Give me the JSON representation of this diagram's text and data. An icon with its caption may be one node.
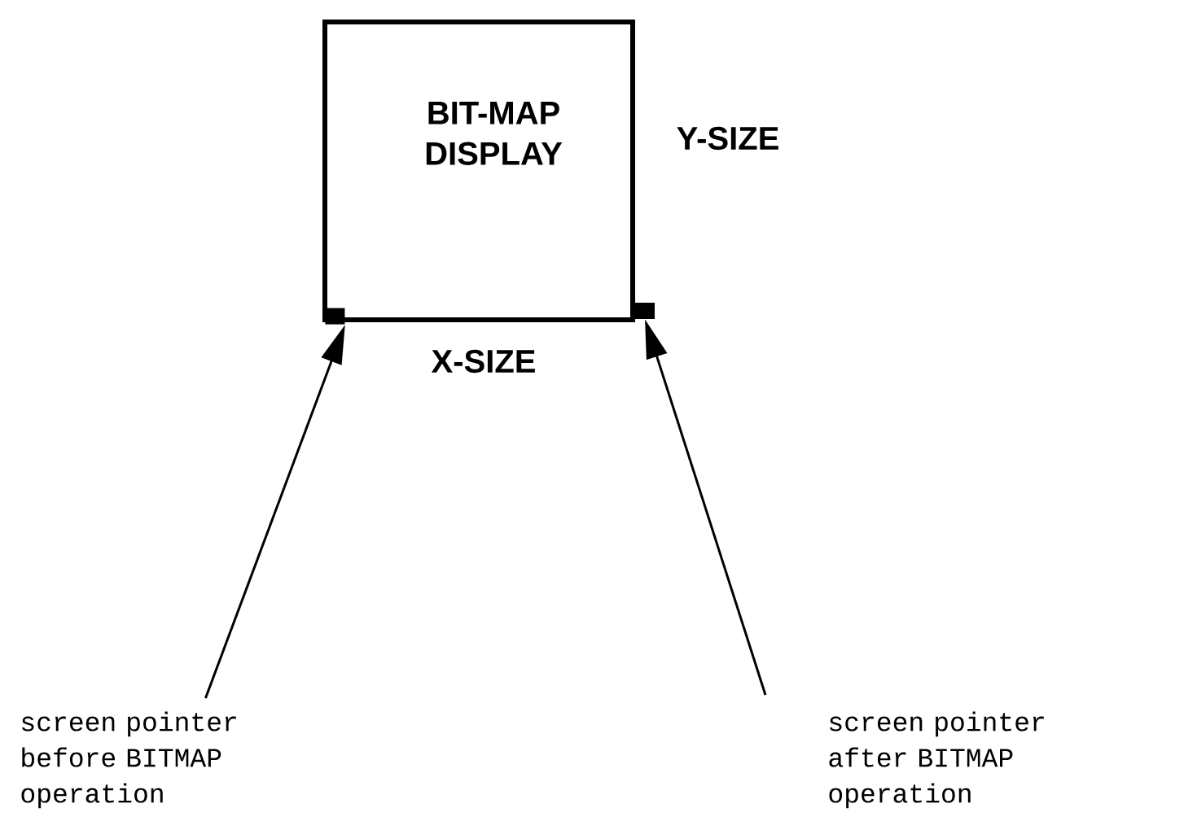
{
  "diagram": {
    "nodes": [
      {
        "text": [
          "BIT-MAP DISPLAY"
        ]
      },
      {
        "text": [],
        "shape": "box",
        "in": 0
      },
      {
        "text": [],
        "shape": "box"
      },
      {
        "text": [
          "screen pointer before BITMAP operation"
        ]
      },
      {
        "text": [
          "screen pointer after BITMAP operation"
        ]
      }
    ],
    "edges": [
      {
        "from": 3,
        "to": 1,
        "arrow": "to"
      },
      {
        "from": 4,
        "to": 2,
        "arrow": "to"
      }
    ],
    "labels": [
      "Y-SIZE",
      "X-SIZE"
    ]
  }
}
